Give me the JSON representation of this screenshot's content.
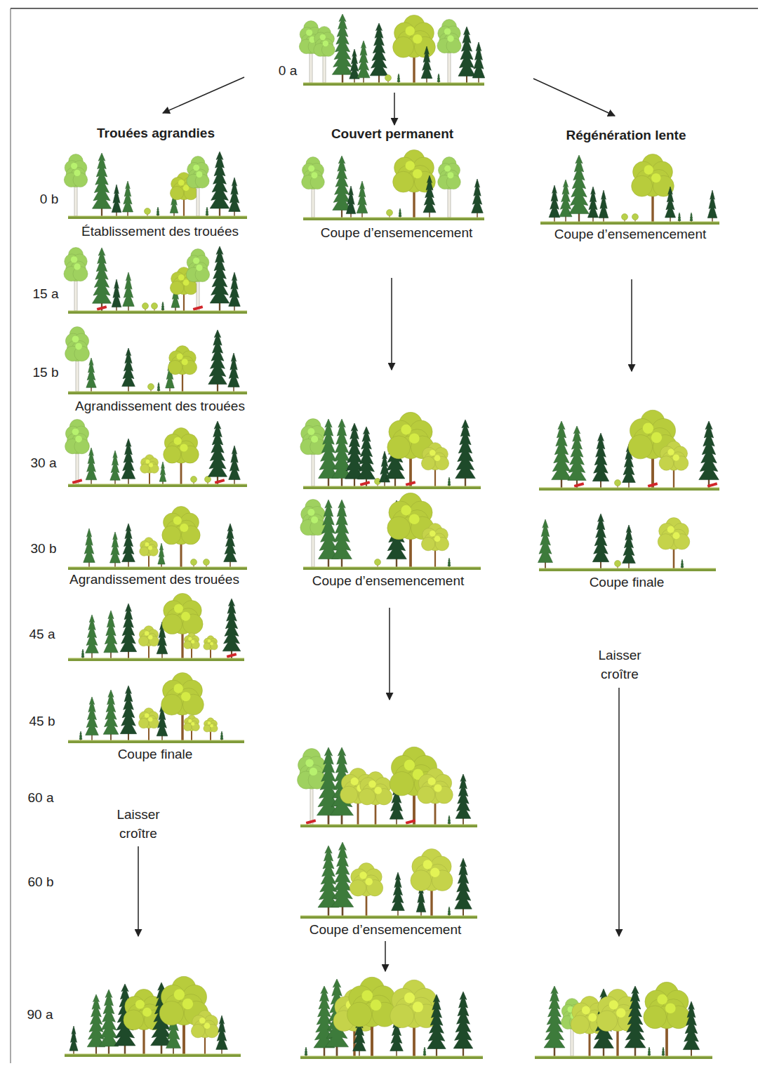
{
  "diagram": {
    "labels": [
      "0 a",
      "Trouées agrandies",
      "Couvert permanent",
      "Régénération lente",
      "0 b",
      "Établissement des trouées",
      "Coupe d’ensemencement",
      "Coupe d’ensemencement",
      "15 a",
      "15 b",
      "Agrandissement des trouées",
      "30 a",
      "30 b",
      "Agrandissement des trouées",
      "Coupe d’ensemencement",
      "Coupe finale",
      "45 a",
      "Laisser croître",
      "45 b",
      "Coupe finale",
      "60 a",
      "Laisser croître",
      "60 b",
      "Coupe d’ensemencement",
      "90 a"
    ]
  }
}
